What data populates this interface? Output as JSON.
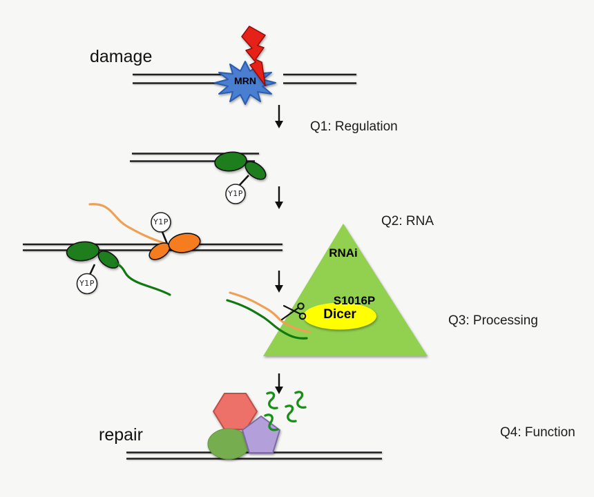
{
  "labels": {
    "damage": "damage",
    "repair": "repair"
  },
  "questions": {
    "q1": "Q1: Regulation",
    "q2": "Q2: RNA",
    "q3": "Q3: Processing",
    "q4": "Q4: Function"
  },
  "molecules": {
    "mrn": "MRN",
    "phospho_mark": "Y1P",
    "rnai": "RNAi",
    "dicer_phospho": "S1016P",
    "dicer": "Dicer"
  },
  "icons": {
    "arrow_down": "down-arrow",
    "lightning": "lightning-bolt",
    "scissors": "open-scissors"
  },
  "colors": {
    "background": "#f7f7f6",
    "dna_line": "#1f1f1f",
    "mrn_blue": "#4a7ed0",
    "mrn_blue_edge": "#2a5db0",
    "lightning_red": "#e62117",
    "protein_green": "#1e7e1e",
    "protein_orange": "#f57d1f",
    "rna_orange": "#f0a055",
    "rna_green": "#127812",
    "sirna_green": "#169016",
    "triangle_green": "#92d050",
    "dicer_yellow": "#ffff00",
    "hexagon_salmon": "#ed7168",
    "hexagon_edge": "#bf4e46",
    "pentagon_purple": "#b3a0da",
    "pentagon_edge": "#7e68a6",
    "repair_oval_green": "#76ad4f",
    "repair_oval_edge": "#639544"
  }
}
